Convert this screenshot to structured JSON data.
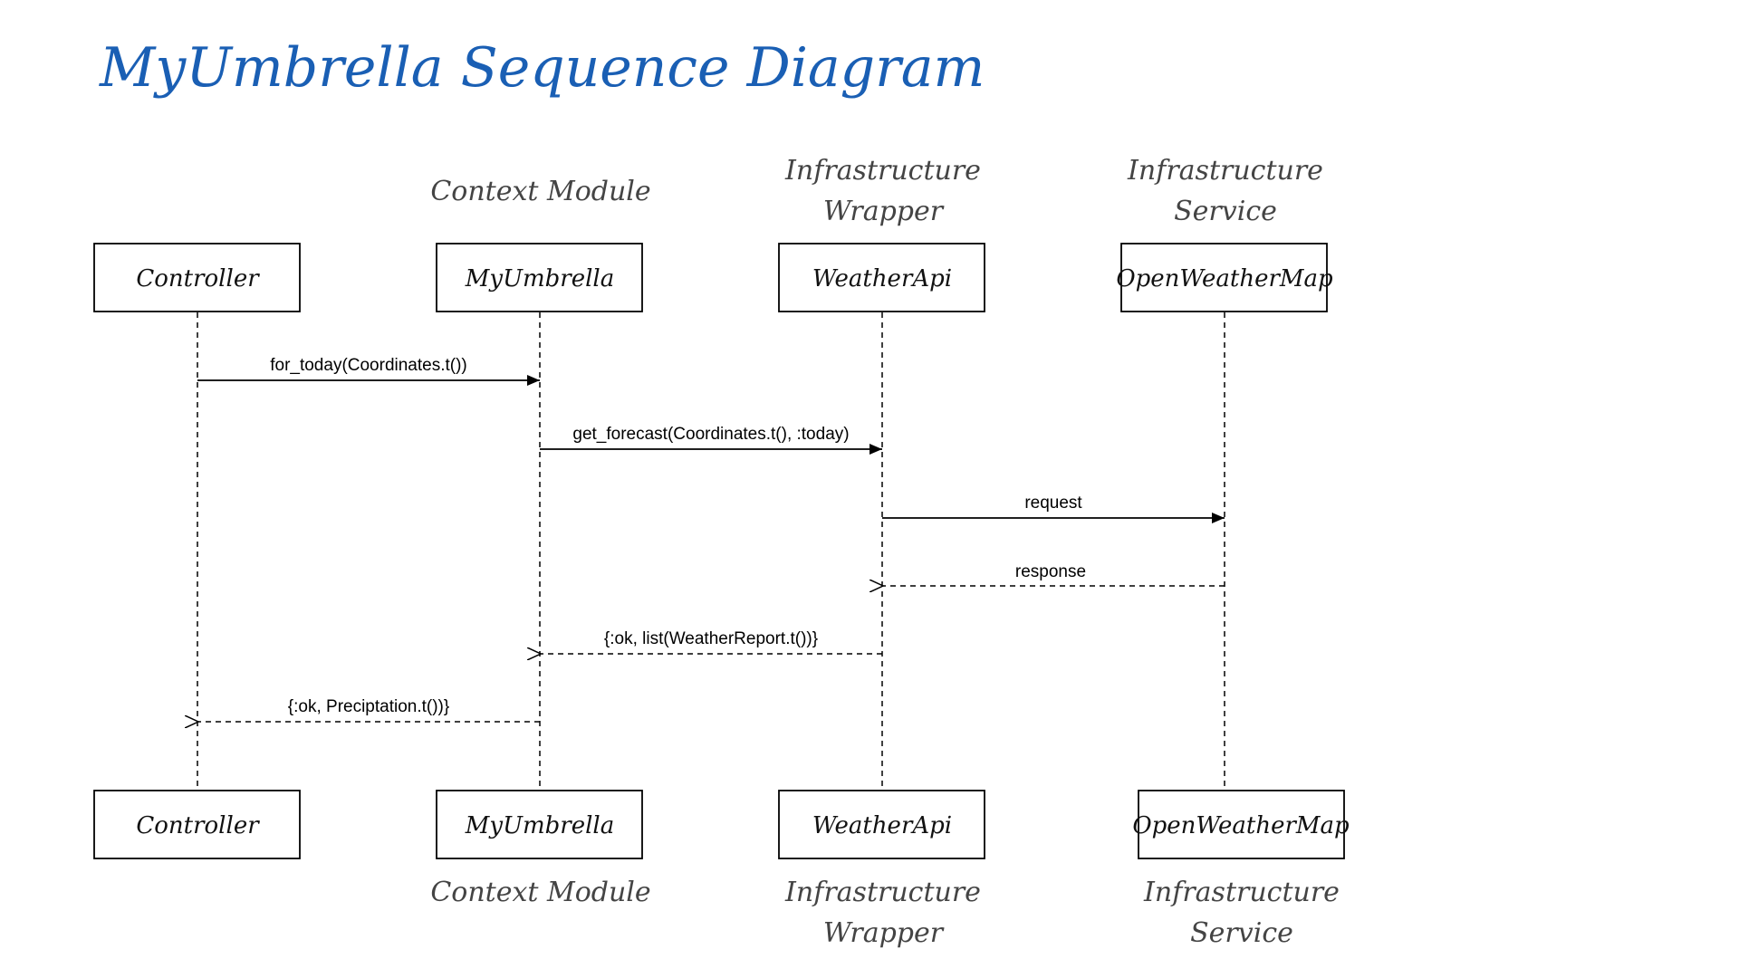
{
  "title": "MyUmbrella Sequence Diagram",
  "colors": {
    "title": "#1a5fb4",
    "annotation": "#444444",
    "line": "#000000",
    "background": "#ffffff"
  },
  "participants": [
    {
      "name": "Controller",
      "role_line1": "",
      "role_line2": ""
    },
    {
      "name": "MyUmbrella",
      "role_line1": "Context Module",
      "role_line2": ""
    },
    {
      "name": "WeatherApi",
      "role_line1": "Infrastructure",
      "role_line2": "Wrapper"
    },
    {
      "name": "OpenWeatherMap",
      "role_line1": "Infrastructure",
      "role_line2": "Service"
    }
  ],
  "messages": [
    {
      "label": "for_today(Coordinates.t())",
      "from": 0,
      "to": 1,
      "kind": "call"
    },
    {
      "label": "get_forecast(Coordinates.t(), :today)",
      "from": 1,
      "to": 2,
      "kind": "call"
    },
    {
      "label": "request",
      "from": 2,
      "to": 3,
      "kind": "call"
    },
    {
      "label": "response",
      "from": 3,
      "to": 2,
      "kind": "return"
    },
    {
      "label": "{:ok, list(WeatherReport.t())}",
      "from": 2,
      "to": 1,
      "kind": "return"
    },
    {
      "label": "{:ok, Preciptation.t())}",
      "from": 1,
      "to": 0,
      "kind": "return"
    }
  ]
}
